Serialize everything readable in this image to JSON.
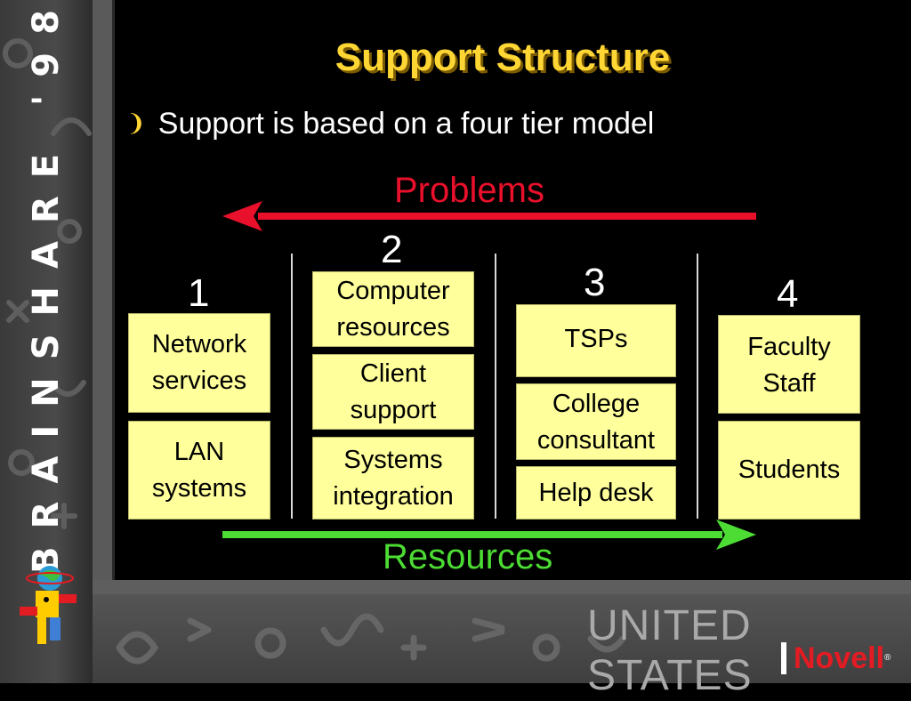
{
  "branding": {
    "sidebar_text": "BRAINSHARE '98",
    "country": "UNITED STATES",
    "company": "Novell",
    "company_mark": "®"
  },
  "slide": {
    "title": "Support Structure",
    "bullet": "Support is based on a four tier model",
    "bullet_glyph": "❩",
    "problems_label": "Problems",
    "resources_label": "Resources",
    "tiers": [
      {
        "number": "1",
        "boxes": [
          [
            "Network",
            "services"
          ],
          [
            "LAN",
            "systems"
          ]
        ]
      },
      {
        "number": "2",
        "boxes": [
          [
            "Computer",
            "resources"
          ],
          [
            "Client",
            "support"
          ],
          [
            "Systems",
            "integration"
          ]
        ]
      },
      {
        "number": "3",
        "boxes": [
          [
            "TSPs"
          ],
          [
            "College",
            "consultant"
          ],
          [
            "Help desk"
          ]
        ]
      },
      {
        "number": "4",
        "boxes": [
          [
            "Faculty",
            "Staff"
          ],
          [
            "Students"
          ]
        ]
      }
    ]
  },
  "colors": {
    "title": "#ffd633",
    "problems": "#e8102a",
    "resources": "#4cdc33",
    "box_fill": "#ffff9c",
    "novell_red": "#e31b23"
  }
}
